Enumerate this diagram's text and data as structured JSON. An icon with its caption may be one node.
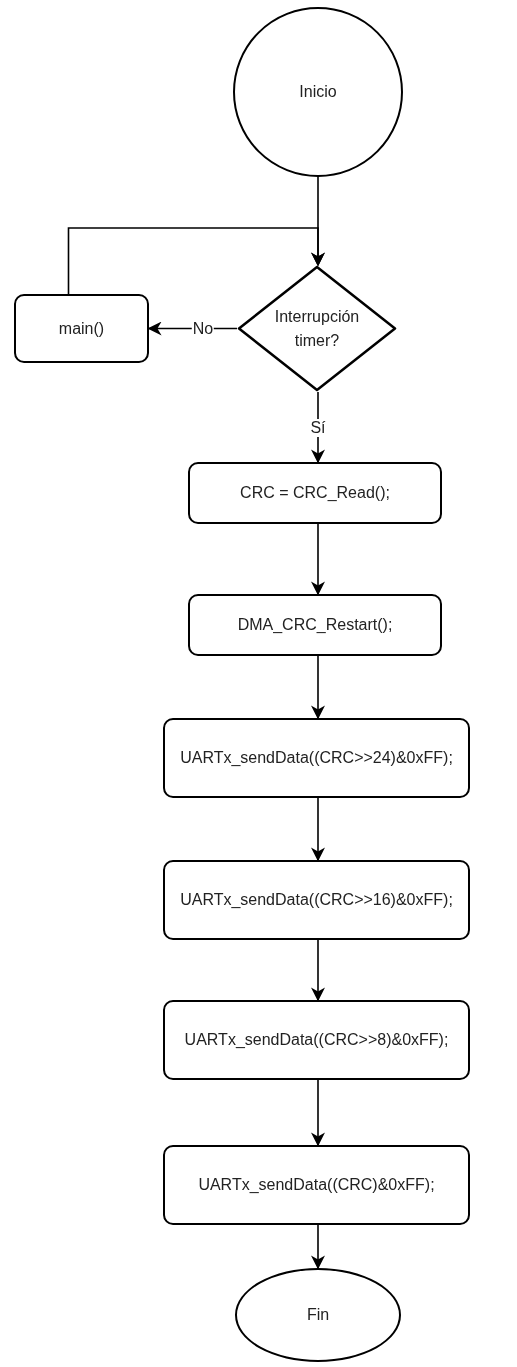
{
  "diagram": {
    "nodes": [
      {
        "text": [
          "Inicio"
        ]
      },
      {
        "text": [
          "Interrupción timer?"
        ]
      },
      {
        "text": [
          "main()"
        ]
      },
      {
        "text": [
          "CRC =  CRC_Read();"
        ]
      },
      {
        "text": [
          "DMA_CRC_Restart();"
        ]
      },
      {
        "text": [
          "UARTx_sendData((CRC>>24)&0xFF);"
        ]
      },
      {
        "text": [
          "UARTx_sendData((CRC>>16)&0xFF);"
        ]
      },
      {
        "text": [
          "UARTx_sendData((CRC>>8)&0xFF);"
        ]
      },
      {
        "text": [
          "UARTx_sendData((CRC)&0xFF);"
        ]
      },
      {
        "text": [
          "Fin"
        ]
      }
    ],
    "edges": [
      {
        "from": 0,
        "to": 1,
        "arrow": "to"
      },
      {
        "from": 2,
        "to": 1,
        "arrow": "to"
      },
      {
        "from": 1,
        "to": 2,
        "arrow": "to",
        "label": "No"
      },
      {
        "from": 1,
        "to": 3,
        "arrow": "to",
        "label": "Sí"
      },
      {
        "from": 3,
        "to": 4,
        "arrow": "to"
      },
      {
        "from": 4,
        "to": 5,
        "arrow": "to"
      },
      {
        "from": 5,
        "to": 6,
        "arrow": "to"
      },
      {
        "from": 6,
        "to": 7,
        "arrow": "to"
      },
      {
        "from": 7,
        "to": 8,
        "arrow": "to"
      },
      {
        "from": 8,
        "to": 9,
        "arrow": "to"
      }
    ]
  }
}
